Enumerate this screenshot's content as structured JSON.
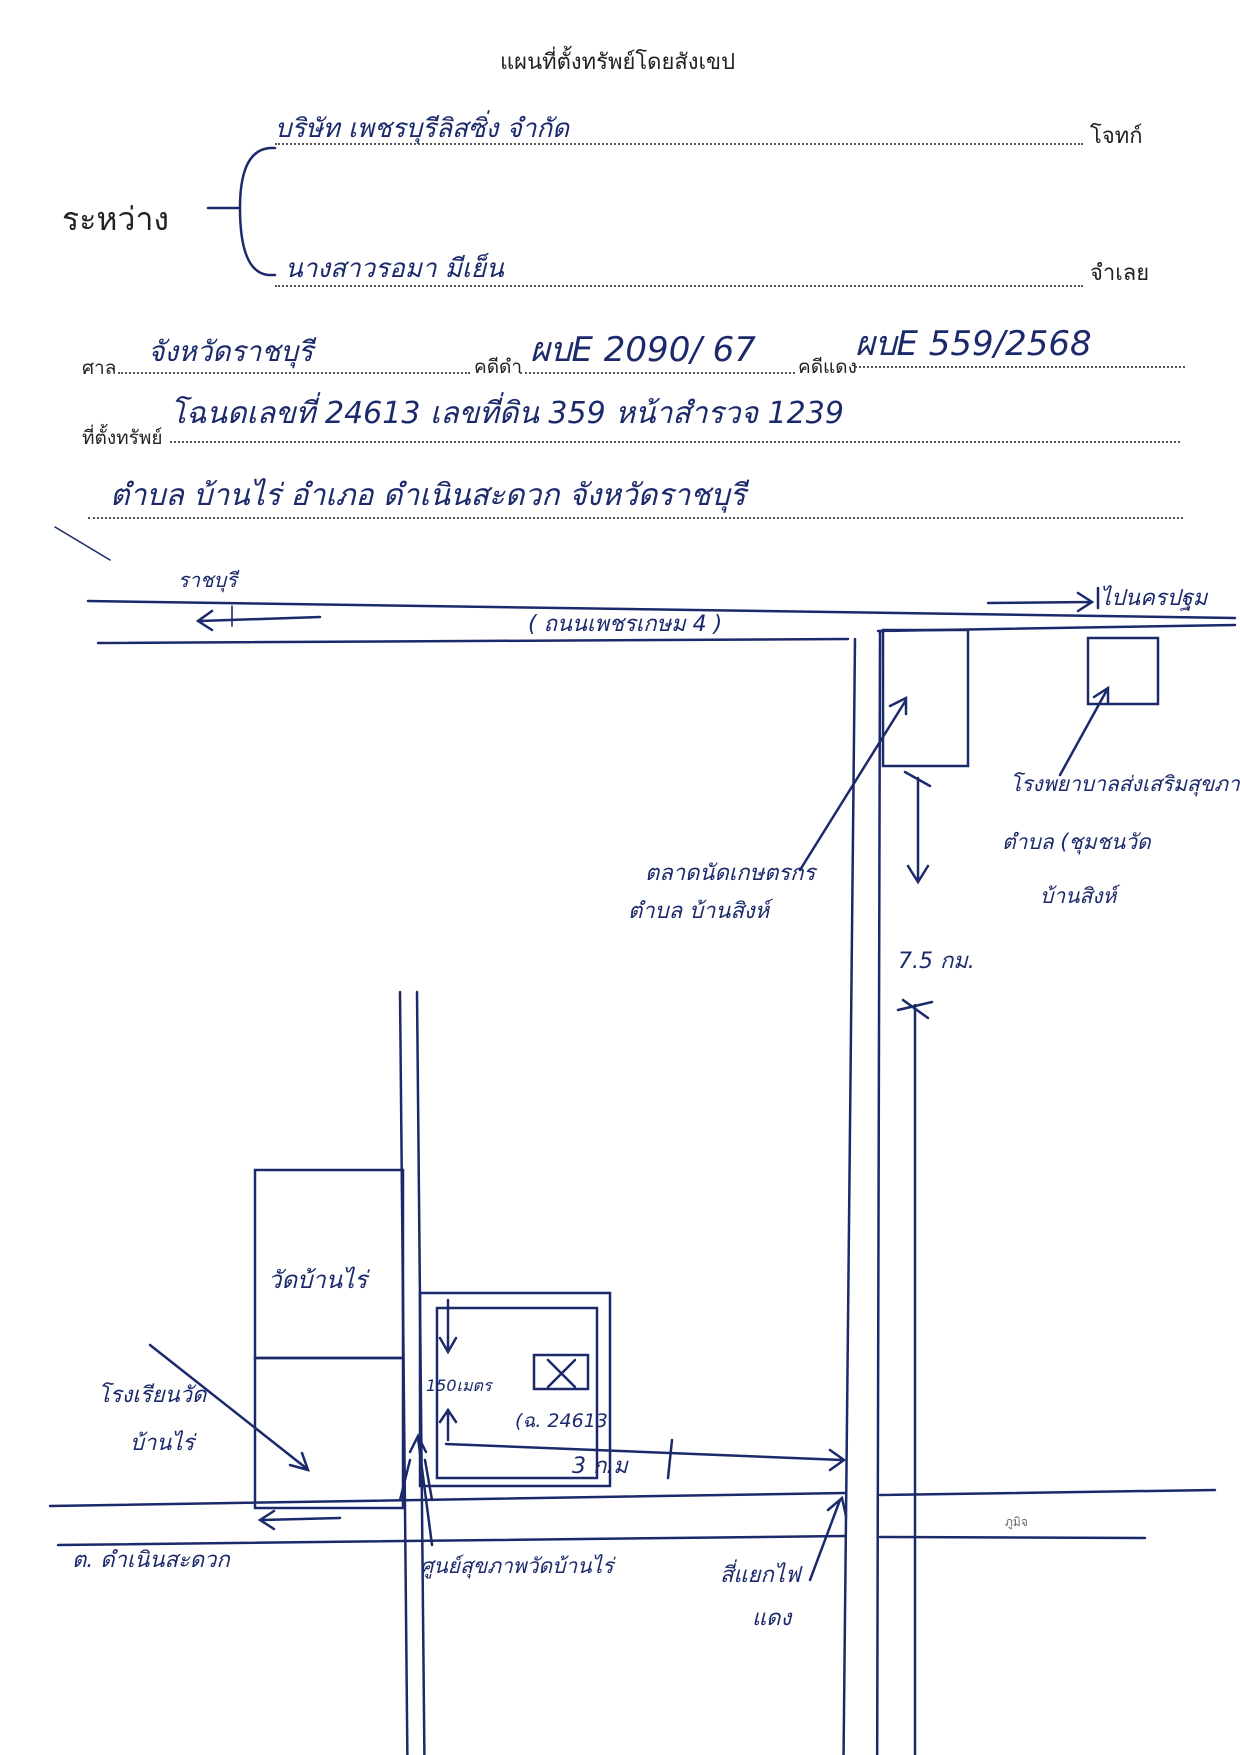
{
  "header": {
    "title": "แผนที่ตั้งทรัพย์โดยสังเขป",
    "between_label": "ระหว่าง",
    "plaintiff_label": "โจทก์",
    "defendant_label": "จำเลย",
    "plaintiff_value": "บริษัท เพชรบุรีลิสซิ่ง จำกัด",
    "defendant_value": "นางสาวรอมา มีเย็น",
    "court_label": "ศาล",
    "court_value": "จังหวัดราชบุรี",
    "black_case_label": "คดีดำ",
    "black_case_value": "ผบE 2090/ 67",
    "red_case_label": "คดีแดง",
    "red_case_value": "ผบE 559/2568",
    "location_label": "ที่ตั้งทรัพย์",
    "location_value_1": "โฉนดเลขที่ 24613 เลขที่ดิน 359 หน้าสำรวจ 1239",
    "location_value_2": "ตำบล บ้านไร่ อำเภอ ดำเนินสะดวก จังหวัดราชบุรี"
  },
  "map": {
    "label_ratchaburi": "ราชบุรี",
    "label_nakhon_pathom": "ไปนครปฐม",
    "label_phetkasem_road": "( ถนนเพชรเกษม 4 )",
    "label_market": "ตลาดนัดเกษตรกร",
    "label_market_2": "ตำบล บ้านสิงห์",
    "label_hospital_1": "โรงพยาบาลส่งเสริมสุขภาพ",
    "label_hospital_2": "ตำบล (ชุมชนวัด",
    "label_hospital_3": "บ้านสิงห์",
    "label_distance_75": "7.5 กม.",
    "label_temple": "วัดบ้านไร่",
    "label_school_1": "โรงเรียนวัด",
    "label_school_2": "บ้านไร่",
    "label_150m": "150เมตร",
    "label_deed": "(ฉ. 24613",
    "label_distance_3": "3 ก.ม",
    "label_damnoen": "ต. ดำเนินสะดวก",
    "label_health_center": "ศูนย์สุขภาพวัดบ้านไร่",
    "label_intersection_1": "สี่แยกไฟ",
    "label_intersection_2": "แดง",
    "label_stamp": "ภูมิจ"
  }
}
